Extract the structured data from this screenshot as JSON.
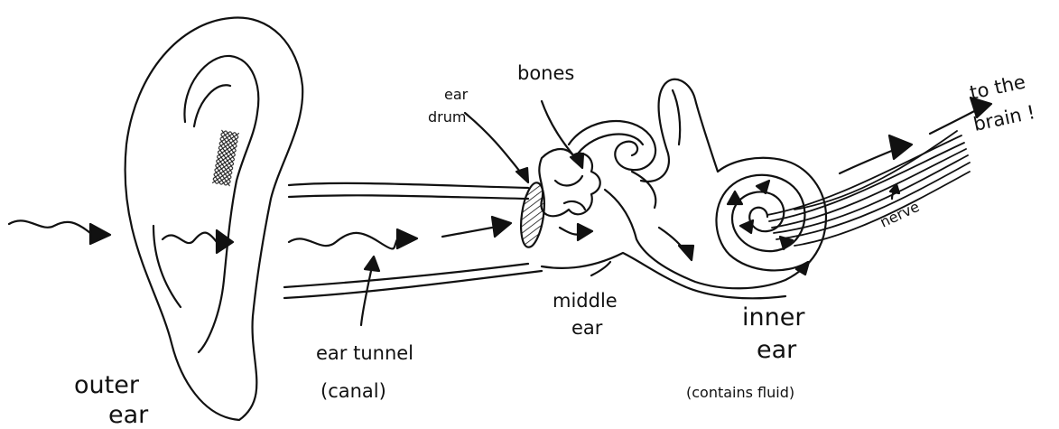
{
  "labels": {
    "outer_ear": [
      "outer",
      "ear"
    ],
    "ear_tunnel": [
      "ear tunnel",
      "(canal)"
    ],
    "ear_drum": [
      "ear",
      "drum"
    ],
    "bones": "bones",
    "middle_ear": [
      "middle",
      "ear"
    ],
    "inner_ear": [
      "inner",
      "ear"
    ],
    "contains_fluid": "(contains fluid)",
    "nerve": "nerve",
    "to_the_brain": [
      "to the",
      "brain !"
    ]
  },
  "colors": {
    "ink": "#111111",
    "paper": "#ffffff"
  }
}
